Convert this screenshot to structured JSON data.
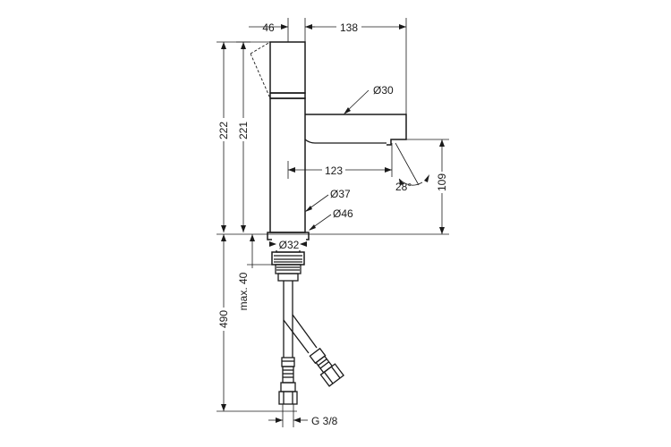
{
  "dimensions": {
    "width_top": "46",
    "reach": "138",
    "spout_diameter": "Ø30",
    "height_222": "222",
    "height_221": "221",
    "reach_123": "123",
    "angle": "28°",
    "spout_height": "109",
    "body_diameter_37": "Ø37",
    "base_diameter_46": "Ø46",
    "shank_diameter": "Ø32",
    "max_thickness": "max. 40",
    "hose_length": "490",
    "connection": "G 3/8"
  }
}
